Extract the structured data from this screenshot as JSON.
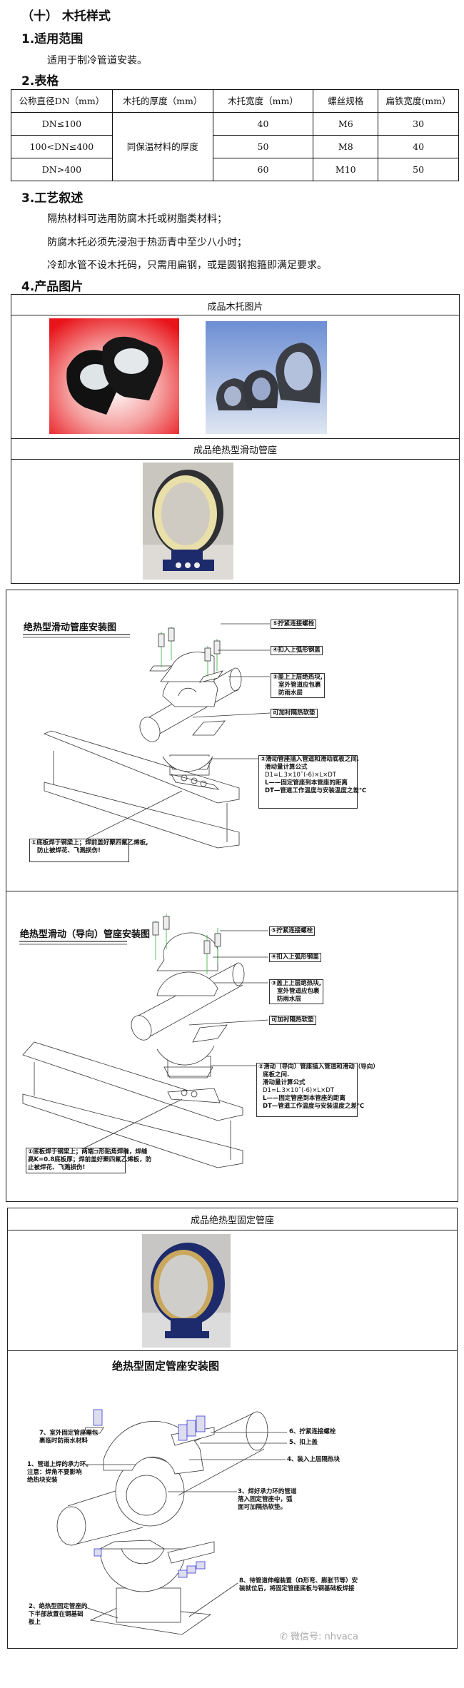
{
  "section_title": "（十）  木托样式",
  "s1": {
    "heading": "1.适用范围",
    "text": "适用于制冷管道安装。"
  },
  "s2": {
    "heading": "2.表格",
    "headers": [
      "公称直径DN（mm）",
      "木托的厚度（mm）",
      "木托宽度（mm）",
      "螺丝规格",
      "扁铁宽度(mm）"
    ],
    "thickness_merged": "同保温材料的厚度",
    "rows": [
      {
        "dn": "DN≤100",
        "width": "40",
        "screw": "M6",
        "flat": "30"
      },
      {
        "dn": "100<DN≤400",
        "width": "50",
        "screw": "M8",
        "flat": "40"
      },
      {
        "dn": "DN>400",
        "width": "60",
        "screw": "M10",
        "flat": "50"
      }
    ]
  },
  "s3": {
    "heading": "3.工艺叙述",
    "lines": [
      "隔热材料可选用防腐木托或树脂类材料；",
      "防腐木托必须先浸泡于热沥青中至少八小时；",
      "冷却水管不设木托码，只需用扁钢，或是圆钢抱箍即满足要求。"
    ]
  },
  "s4": {
    "heading": "4.产品图片",
    "cap_wood": "成品木托图片",
    "cap_sliding": "成品绝热型滑动管座",
    "cap_fixed": "成品绝热型固定管座"
  },
  "diagram1": {
    "title": "绝热型滑动管座安装图",
    "l5": "⑤拧紧连接螺栓",
    "l4": "④扣入上弧形钢盖",
    "l3": [
      "③盖上上层绝热块,",
      "室外管道应包裹",
      "防雨水层"
    ],
    "lpad": "可加衬隔热软垫",
    "l2": [
      "②滑动管座插入管道和滑动底板之间.",
      "滑动量计算公式",
      "D1=L.3×10ˆ(-6)×L×DT",
      "L——固定管座到本管座的距离",
      "DT—管道工作温度与安装温度之差℃"
    ],
    "l1": [
      "①底板焊于钢梁上；焊前盖好聚四氟乙烯板,",
      "防止被焊花、飞溅损伤!"
    ]
  },
  "diagram2": {
    "title": "绝热型滑动（导向）管座安装图",
    "l5": "⑤拧紧连接螺栓",
    "l4": "④扣入上弧形钢盖",
    "l3": [
      "③盖上上层绝热块,",
      "室外管道应包裹",
      "防雨水层"
    ],
    "lpad": "可加衬隔热软垫",
    "l2": [
      "②滑动（导向）管座插入管道和滑动（导向）",
      "底板之间.",
      "滑动量计算公式",
      "D1=L.3×10ˆ(-6)×L×DT",
      "L——固定管座到本管座的距离",
      "DT—管道工作温度与安装温度之差℃"
    ],
    "l1": [
      "①底板焊于钢梁上；两端⊐形贴角焊缝，焊缝",
      "高K=0.8底板厚；焊前盖好聚四氟乙烯板，防",
      "止被焊花、飞溅损伤!"
    ]
  },
  "diagram3": {
    "title": "绝热型固定管座安装图",
    "l7": [
      "7、室外固定管座需包",
      "裹临时防雨水材料"
    ],
    "l6": "6、拧紧连接螺栓",
    "l5": "5、扣上盖",
    "l4": "4、装入上层隔热块",
    "l1": [
      "1、管道上焊的承力环。",
      "注意：焊角不要影响",
      "绝热块安装"
    ],
    "l3": [
      "3、焊好承力环的管道",
      "落入固定管座中，弧",
      "面可加隔热软垫。"
    ],
    "l8": [
      "8、待管道伸缩装置（Ω形弯、膨胀节等）安",
      "装就位后，将固定管座底板与钢基础板焊接"
    ],
    "l2": [
      "2、绝热型固定管座的",
      "下半部放置在钢基础",
      "板上"
    ]
  },
  "watermark": "微信号: nhvaca",
  "colors": {
    "bolt_green": "#2fae3a",
    "bolt_blue": "#3a3adf",
    "photo_red": "#e8141a",
    "photo_blue": "#7e9bd6",
    "seat_navy": "#1d2a6b",
    "insulation": "#e9dfa8"
  }
}
